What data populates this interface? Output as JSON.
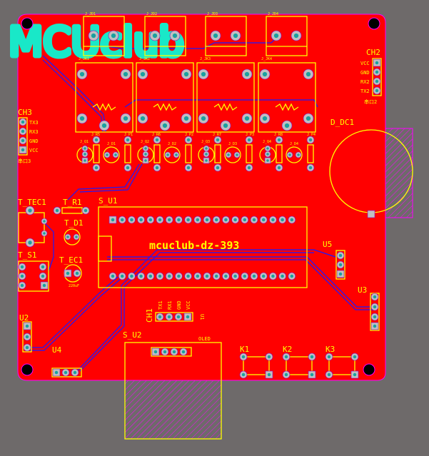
{
  "logo_text": "MCUclub",
  "board_title": "mcuclub-dz-393",
  "colors": {
    "board": "#ff0000",
    "silk": "#ffff00",
    "trace": "#1a1aff",
    "outline": "#ff00ff",
    "logo": "#19e8c8",
    "background": "#6e6a6a"
  },
  "relay_terminals": [
    "J_JD1",
    "J_JD2",
    "J_JD3",
    "J_JD4"
  ],
  "relays": [
    "J_JK1",
    "J_JK2",
    "J_JK3",
    "J_JK4"
  ],
  "driver_parts": [
    "J_Q1",
    "J_R5",
    "J_D1",
    "J_P1",
    "J_Q2",
    "J_R6",
    "J_D2",
    "J_P2",
    "J_Q3",
    "J_R7",
    "J_D3",
    "J_P3",
    "J_Q4",
    "J_R8",
    "J_D4",
    "J_P4"
  ],
  "ch3": {
    "label": "CH3",
    "pins": [
      "TX3",
      "RX3",
      "GND",
      "VCC"
    ],
    "caption": "串口3"
  },
  "ch2": {
    "label": "CH2",
    "pins": [
      "VCC",
      "GND",
      "RX2",
      "TX2"
    ],
    "caption": "串口2"
  },
  "ch1": {
    "label": "CH1",
    "pins": [
      "TX1",
      "RX1",
      "GND",
      "VCC"
    ],
    "module": "U1"
  },
  "dc": {
    "label": "D_DC1"
  },
  "temp": {
    "tec": "T_TEC1",
    "r1": "T_R1",
    "d1": "T_D1",
    "s1": "T_S1",
    "ec1": "T_EC1",
    "ec1_value": "220uF"
  },
  "modules": {
    "s_u1": "S_U1",
    "s_u2": "S_U2",
    "oled": "OLED",
    "u2": "U2",
    "u3": "U3",
    "u4": "U4",
    "u5": "U5"
  },
  "keys": [
    "K1",
    "K2",
    "K3"
  ]
}
